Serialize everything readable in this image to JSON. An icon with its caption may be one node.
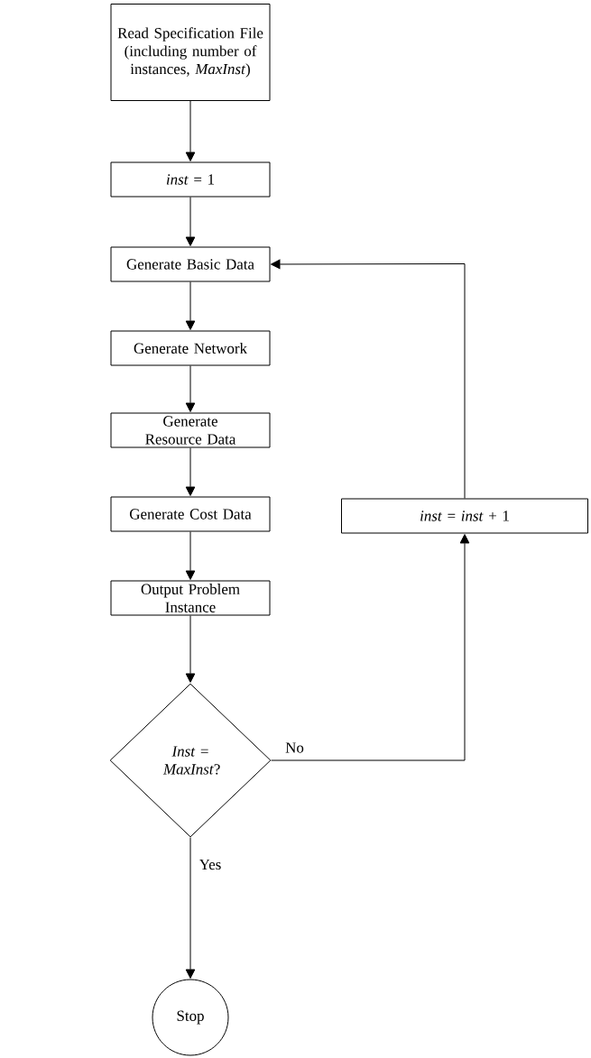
{
  "diagram": {
    "nodes": [
      {
        "text": [
          "Read Specification File (including number of instances, *MaxInst*)"
        ]
      },
      {
        "text": [
          "*inst* = 1"
        ]
      },
      {
        "text": [
          "Generate Basic Data"
        ]
      },
      {
        "text": [
          "Generate Network"
        ]
      },
      {
        "text": [
          "Generate Resource Data"
        ]
      },
      {
        "text": [
          "Generate Cost Data"
        ]
      },
      {
        "text": [
          "Output Problem Instance"
        ]
      },
      {
        "text": [
          "*Inst* = *MaxInst*?"
        ]
      },
      {
        "text": [
          "Stop"
        ]
      },
      {
        "text": [
          "*inst* = *inst* + 1"
        ]
      }
    ],
    "edges": [
      {
        "from": 0,
        "to": 1,
        "arrow": "to"
      },
      {
        "from": 1,
        "to": 2,
        "arrow": "to"
      },
      {
        "from": 2,
        "to": 3,
        "arrow": "to"
      },
      {
        "from": 3,
        "to": 4,
        "arrow": "to"
      },
      {
        "from": 4,
        "to": 5,
        "arrow": "to"
      },
      {
        "from": 5,
        "to": 6,
        "arrow": "to"
      },
      {
        "from": 6,
        "to": 7,
        "arrow": "to"
      },
      {
        "from": 7,
        "to": 8,
        "arrow": "to",
        "label": "Yes"
      },
      {
        "from": 7,
        "to": 9,
        "arrow": "to",
        "label": "No"
      },
      {
        "from": 9,
        "to": 2,
        "arrow": "to"
      }
    ]
  }
}
